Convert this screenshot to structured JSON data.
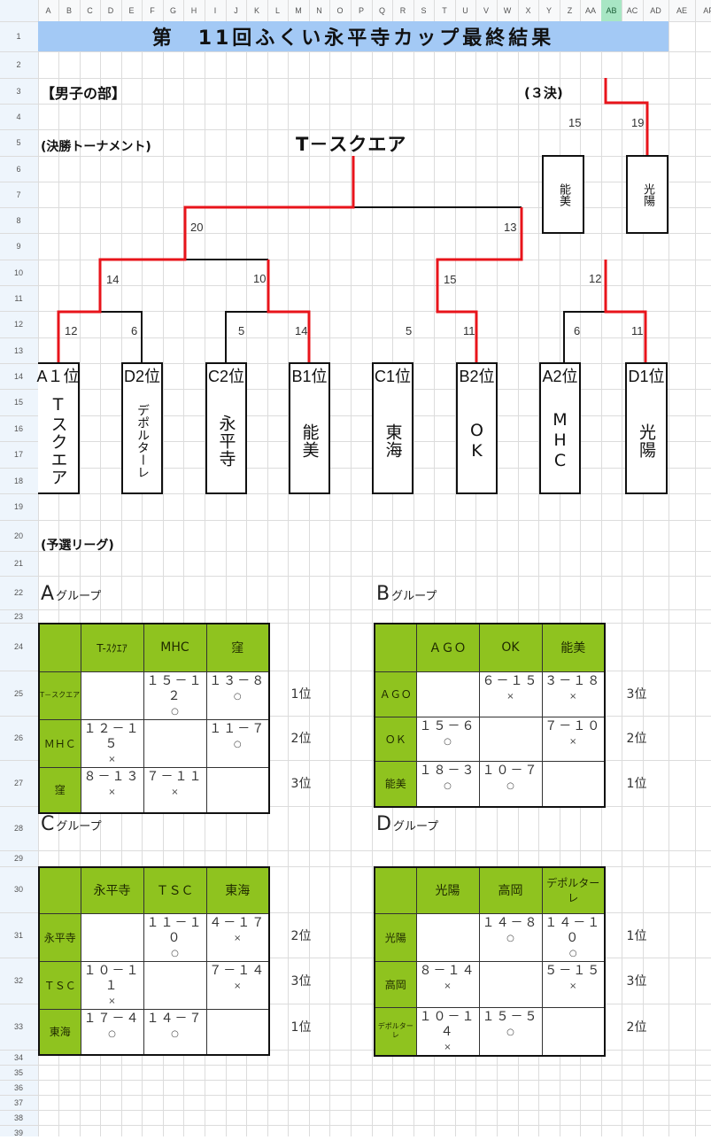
{
  "sheet": {
    "columns": [
      "A",
      "B",
      "C",
      "D",
      "E",
      "F",
      "G",
      "H",
      "I",
      "J",
      "K",
      "L",
      "M",
      "N",
      "O",
      "P",
      "Q",
      "R",
      "S",
      "T",
      "U",
      "V",
      "W",
      "X",
      "Y",
      "Z",
      "AA",
      "AB",
      "AC",
      "AD",
      "AE",
      "AF"
    ],
    "selected_column": "AB",
    "rows": [
      "1",
      "2",
      "3",
      "4",
      "5",
      "6",
      "7",
      "8",
      "9",
      "10",
      "11",
      "12",
      "13",
      "14",
      "15",
      "16",
      "17",
      "18",
      "19",
      "20",
      "21",
      "22",
      "23",
      "24",
      "25",
      "26",
      "27",
      "28",
      "29",
      "30",
      "31",
      "32",
      "33",
      "34",
      "35",
      "36",
      "37",
      "38",
      "39"
    ]
  },
  "title": "第　11回ふくい永平寺カップ最終結果",
  "section_men": "【男子の部】",
  "section_final": "(決勝トーナメント)",
  "section_third": "(３決)",
  "section_league": "(予選リーグ)",
  "champion": "T－スクエア",
  "bracket": {
    "teams": [
      {
        "seed": "A１位",
        "name": "Tスクエア"
      },
      {
        "seed": "D2位",
        "name": "デポルターレ"
      },
      {
        "seed": "C2位",
        "name": "永平寺"
      },
      {
        "seed": "B1位",
        "name": "能美"
      },
      {
        "seed": "C1位",
        "name": "東海"
      },
      {
        "seed": "B2位",
        "name": "OK"
      },
      {
        "seed": "A2位",
        "name": "MHC"
      },
      {
        "seed": "D1位",
        "name": "光陽"
      }
    ],
    "round1_scores": [
      "12",
      "6",
      "5",
      "14",
      "5",
      "11",
      "6",
      "11"
    ],
    "semi_scores": [
      "14",
      "10",
      "15",
      "12"
    ],
    "final_scores": [
      "20",
      "13"
    ],
    "third_place": {
      "teams": [
        "能美",
        "光陽"
      ],
      "scores": [
        "15",
        "19"
      ]
    }
  },
  "colors": {
    "win_line": "#e8141b",
    "group_header": "#8fc31f",
    "title_bg": "#a3c9f5"
  },
  "groups": [
    {
      "letter": "A",
      "label": "グループ",
      "header": [
        "T-ｽｸｴｱ",
        "MHC",
        "窪"
      ],
      "rows": [
        {
          "team": "T－スクエア",
          "cells": [
            null,
            {
              "score": "１５－１２",
              "mark": "○"
            },
            {
              "score": "１３－８",
              "mark": "○"
            }
          ],
          "rank": "1位"
        },
        {
          "team": "ＭＨＣ",
          "cells": [
            {
              "score": "１２－１５",
              "mark": "×"
            },
            null,
            {
              "score": "１１－７",
              "mark": "○"
            }
          ],
          "rank": "2位"
        },
        {
          "team": "窪",
          "cells": [
            {
              "score": "８－１３",
              "mark": "×"
            },
            {
              "score": "７－１１",
              "mark": "×"
            },
            null
          ],
          "rank": "3位"
        }
      ]
    },
    {
      "letter": "B",
      "label": "グループ",
      "header": [
        "ＡＧＯ",
        "OK",
        "能美"
      ],
      "rows": [
        {
          "team": "ＡＧＯ",
          "cells": [
            null,
            {
              "score": "６－１５",
              "mark": "×"
            },
            {
              "score": "３－１８",
              "mark": "×"
            }
          ],
          "rank": "3位"
        },
        {
          "team": "ＯＫ",
          "cells": [
            {
              "score": "１５－６",
              "mark": "○"
            },
            null,
            {
              "score": "７－１０",
              "mark": "×"
            }
          ],
          "rank": "2位"
        },
        {
          "team": "能美",
          "cells": [
            {
              "score": "１８－３",
              "mark": "○"
            },
            {
              "score": "１０－７",
              "mark": "○"
            },
            null
          ],
          "rank": "1位"
        }
      ]
    },
    {
      "letter": "C",
      "label": "グループ",
      "header": [
        "永平寺",
        "ＴＳＣ",
        "東海"
      ],
      "rows": [
        {
          "team": "永平寺",
          "cells": [
            null,
            {
              "score": "１１－１０",
              "mark": "○"
            },
            {
              "score": "４－１７",
              "mark": "×"
            }
          ],
          "rank": "2位"
        },
        {
          "team": "ＴＳＣ",
          "cells": [
            {
              "score": "１０－１１",
              "mark": "×"
            },
            null,
            {
              "score": "７－１４",
              "mark": "×"
            }
          ],
          "rank": "3位"
        },
        {
          "team": "東海",
          "cells": [
            {
              "score": "１７－４",
              "mark": "○"
            },
            {
              "score": "１４－７",
              "mark": "○"
            },
            null
          ],
          "rank": "1位"
        }
      ]
    },
    {
      "letter": "D",
      "label": "グループ",
      "header": [
        "光陽",
        "高岡",
        "デポルターレ"
      ],
      "rows": [
        {
          "team": "光陽",
          "cells": [
            null,
            {
              "score": "１４－８",
              "mark": "○"
            },
            {
              "score": "１４－１０",
              "mark": "○"
            }
          ],
          "rank": "1位"
        },
        {
          "team": "高岡",
          "cells": [
            {
              "score": "８－１４",
              "mark": "×"
            },
            null,
            {
              "score": "５－１５",
              "mark": "×"
            }
          ],
          "rank": "3位"
        },
        {
          "team": "デポルターレ",
          "cells": [
            {
              "score": "１０－１４",
              "mark": "×"
            },
            {
              "score": "１５－５",
              "mark": "○"
            },
            null
          ],
          "rank": "2位"
        }
      ]
    }
  ]
}
